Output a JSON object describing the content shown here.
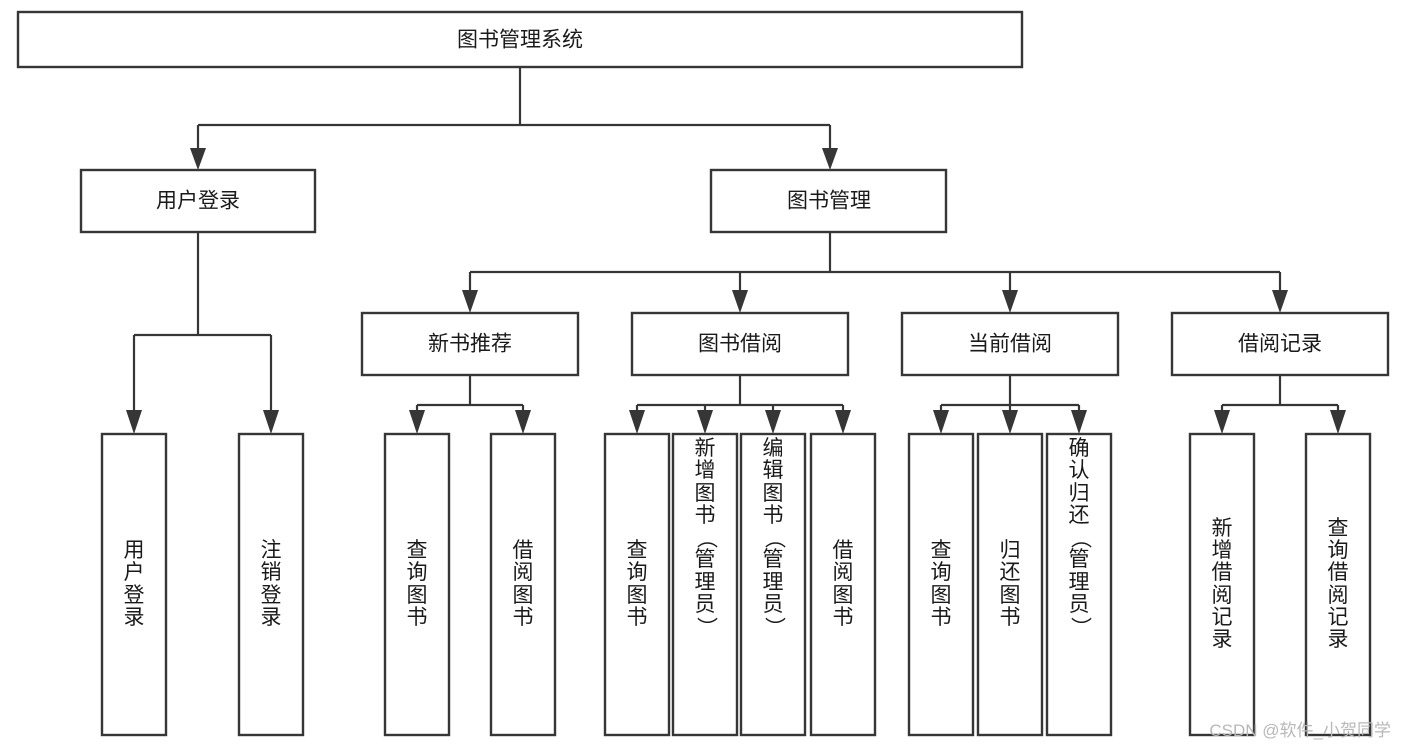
{
  "diagram": {
    "title": "图书管理系统",
    "type": "tree-hierarchy-chart",
    "colors": {
      "stroke": "#363636",
      "box_fill": "#ffffff",
      "text": "#1a1a1a",
      "background": "#ffffff",
      "watermark": "#b8b8b8"
    },
    "root": {
      "label": "图书管理系统"
    },
    "level2": [
      {
        "label": "用户登录"
      },
      {
        "label": "图书管理"
      }
    ],
    "level3": [
      {
        "label": "新书推荐"
      },
      {
        "label": "图书借阅"
      },
      {
        "label": "当前借阅"
      },
      {
        "label": "借阅记录"
      }
    ],
    "leaves": {
      "user_login": [
        {
          "label": "用户登录"
        },
        {
          "label": "注销登录"
        }
      ],
      "new_book_recommend": [
        {
          "label": "查询图书"
        },
        {
          "label": "借阅图书"
        }
      ],
      "book_borrow": [
        {
          "label": "查询图书"
        },
        {
          "label": "新增图书（管理员）"
        },
        {
          "label": "编辑图书（管理员）"
        },
        {
          "label": "借阅图书"
        }
      ],
      "current_borrow": [
        {
          "label": "查询图书"
        },
        {
          "label": "归还图书"
        },
        {
          "label": "确认归还（管理员）"
        }
      ],
      "borrow_record": [
        {
          "label": "新增借阅记录"
        },
        {
          "label": "查询借阅记录"
        }
      ]
    }
  },
  "watermark": {
    "text": "CSDN @软件_小贺同学"
  }
}
